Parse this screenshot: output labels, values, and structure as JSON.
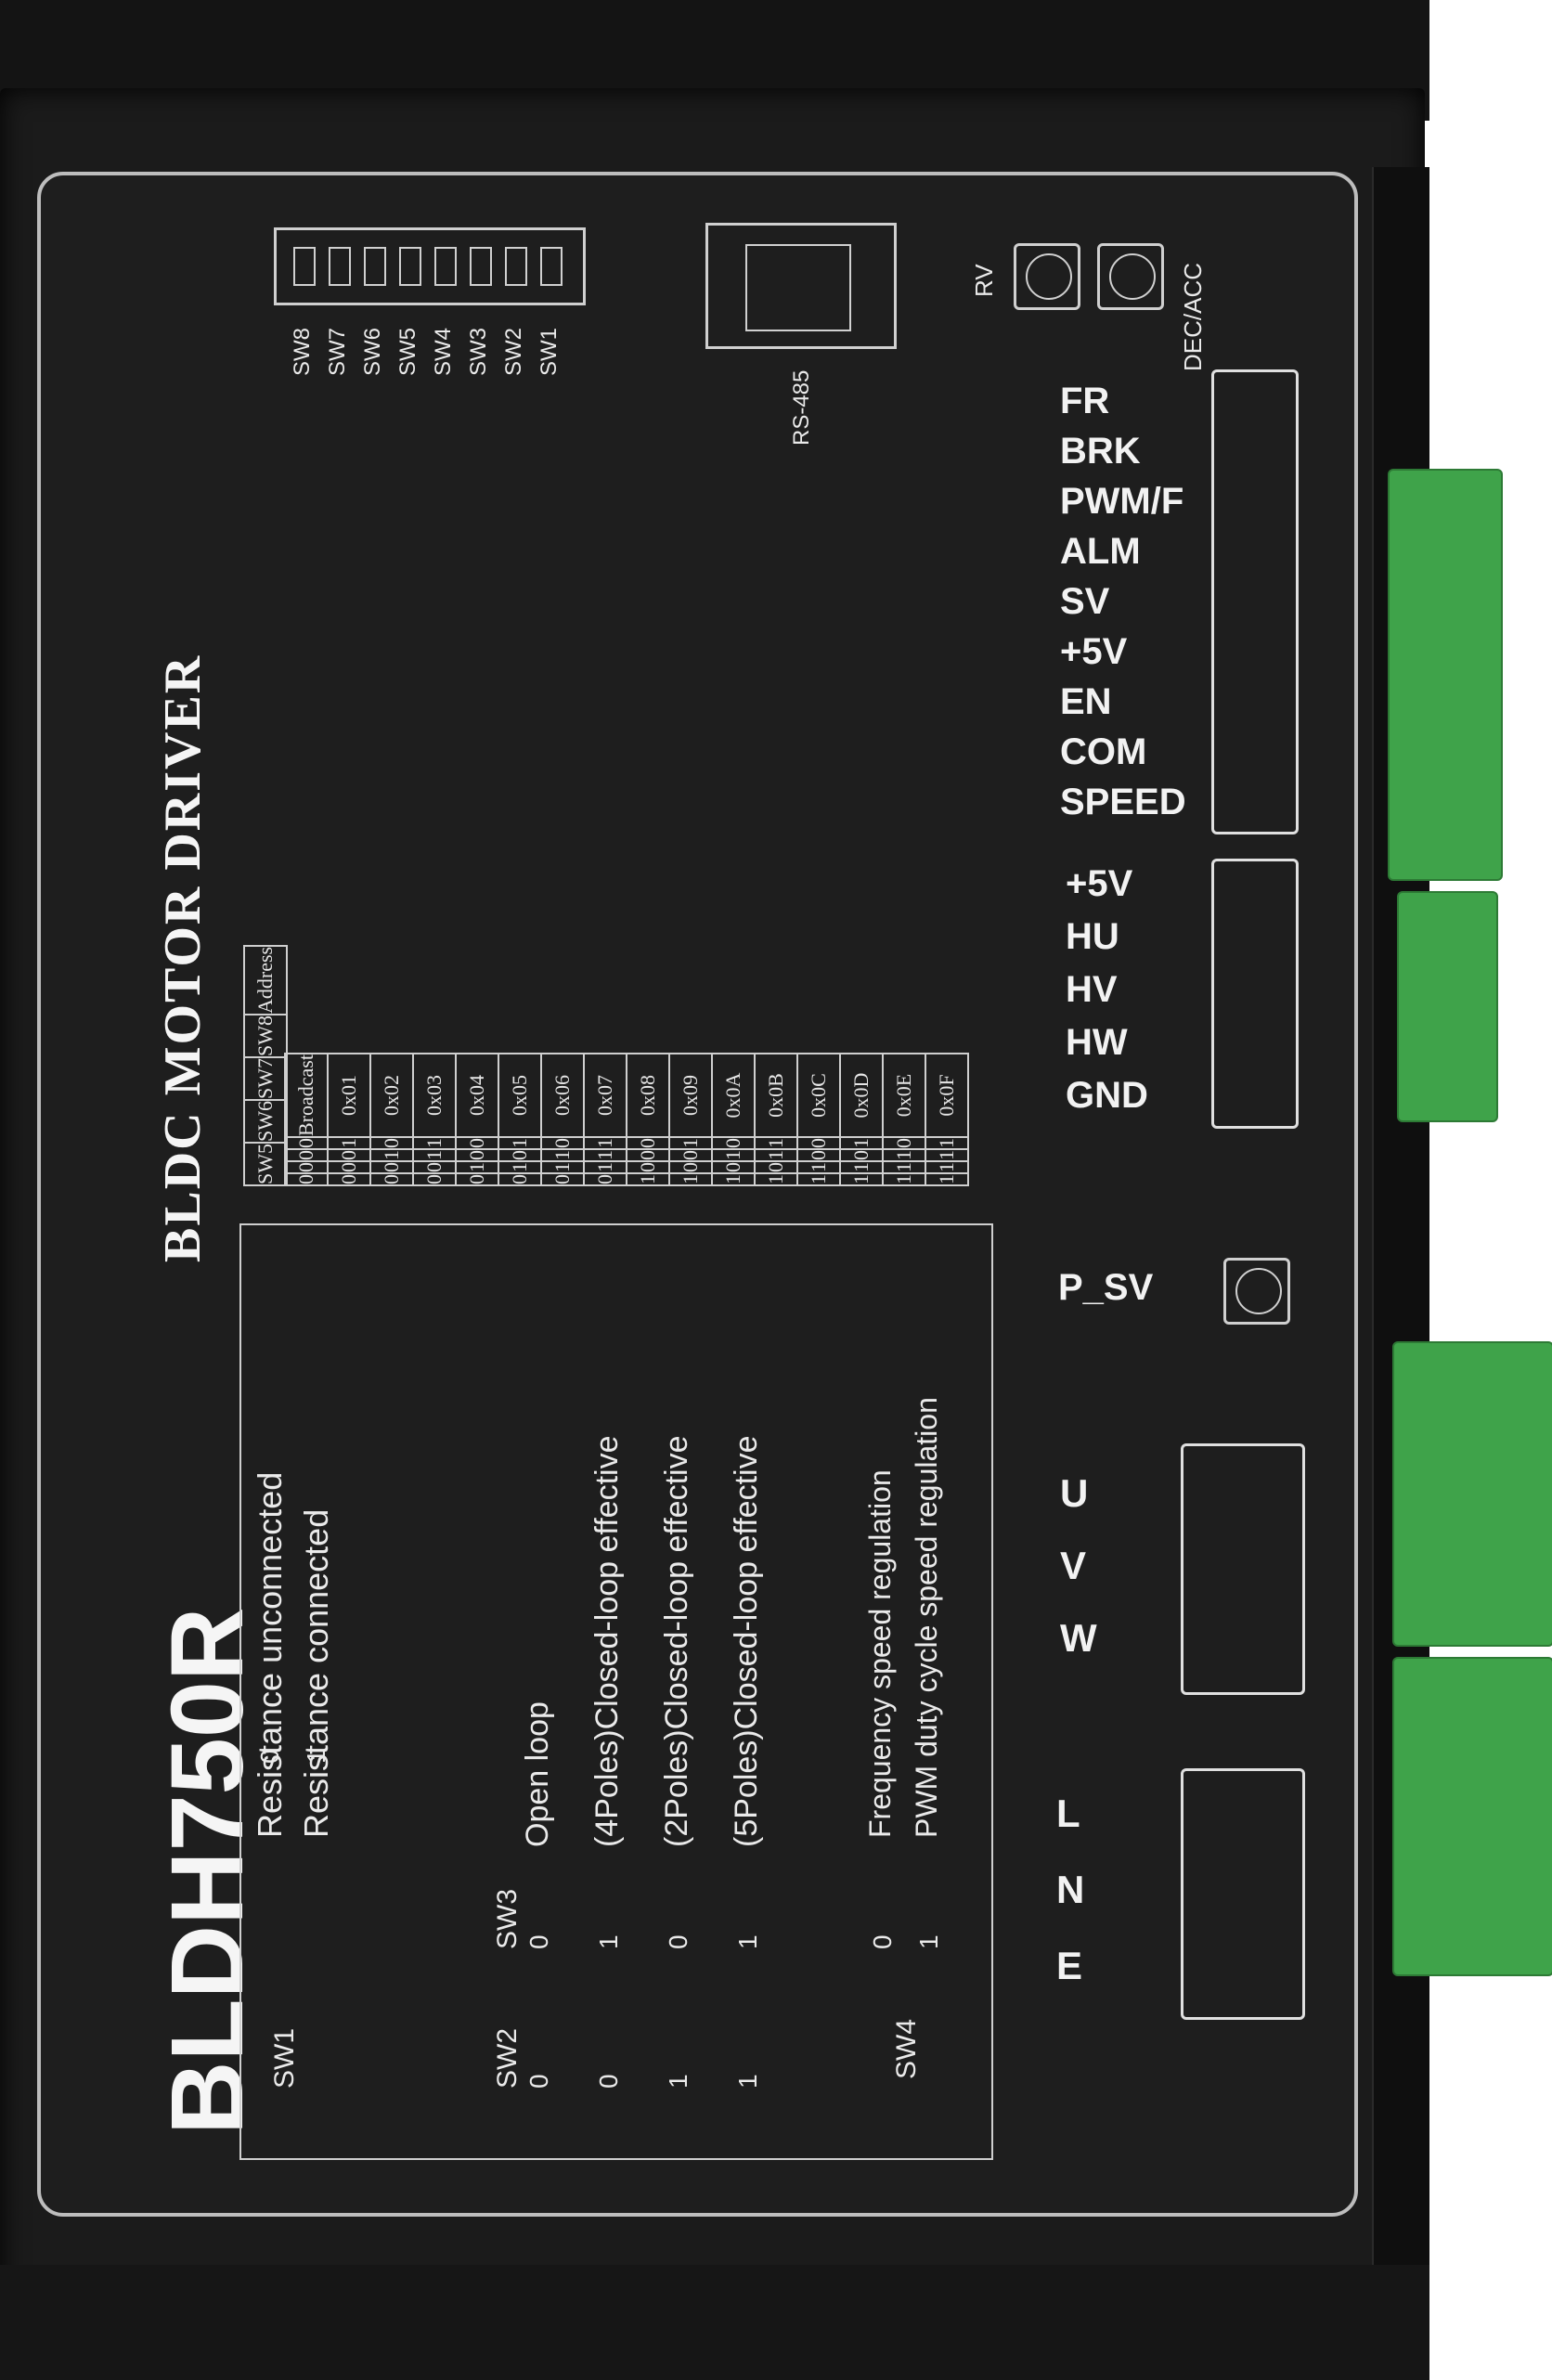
{
  "model": "BLDH750R",
  "title": "BLDC MOTOR DRIVER",
  "dip_switch_labels": [
    "SW8",
    "SW7",
    "SW6",
    "SW5",
    "SW4",
    "SW3",
    "SW2",
    "SW1"
  ],
  "rs485_label": "RS-485",
  "rv_label": "RV",
  "dec_acc_label": "DEC/ACC",
  "psv_label": "P_SV",
  "address_table": {
    "headers": [
      "SW5",
      "SW6",
      "SW7",
      "SW8",
      "Address"
    ],
    "rows": [
      [
        "0",
        "0",
        "0",
        "0",
        "Broadcast"
      ],
      [
        "0",
        "0",
        "0",
        "1",
        "0x01"
      ],
      [
        "0",
        "0",
        "1",
        "0",
        "0x02"
      ],
      [
        "0",
        "0",
        "1",
        "1",
        "0x03"
      ],
      [
        "0",
        "1",
        "0",
        "0",
        "0x04"
      ],
      [
        "0",
        "1",
        "0",
        "1",
        "0x05"
      ],
      [
        "0",
        "1",
        "1",
        "0",
        "0x06"
      ],
      [
        "0",
        "1",
        "1",
        "1",
        "0x07"
      ],
      [
        "1",
        "0",
        "0",
        "0",
        "0x08"
      ],
      [
        "1",
        "0",
        "0",
        "1",
        "0x09"
      ],
      [
        "1",
        "0",
        "1",
        "0",
        "0x0A"
      ],
      [
        "1",
        "0",
        "1",
        "1",
        "0x0B"
      ],
      [
        "1",
        "1",
        "0",
        "0",
        "0x0C"
      ],
      [
        "1",
        "1",
        "0",
        "1",
        "0x0D"
      ],
      [
        "1",
        "1",
        "1",
        "0",
        "0x0E"
      ],
      [
        "1",
        "1",
        "1",
        "1",
        "0x0F"
      ]
    ]
  },
  "function_table": {
    "sw1": {
      "label": "SW1",
      "rows": [
        [
          "0",
          "Resistance unconnected"
        ],
        [
          "1",
          "Resistance connected"
        ]
      ]
    },
    "sw23": {
      "labels": [
        "SW2",
        "SW3"
      ],
      "rows": [
        [
          "0",
          "0",
          "Open loop"
        ],
        [
          "0",
          "1",
          "(4Poles)Closed-loop effective"
        ],
        [
          "1",
          "0",
          "(2Poles)Closed-loop effective"
        ],
        [
          "1",
          "1",
          "(5Poles)Closed-loop effective"
        ]
      ]
    },
    "sw4": {
      "label": "SW4",
      "rows": [
        [
          "0",
          "Frequency speed regulation"
        ],
        [
          "1",
          "PWM duty cycle speed regulation"
        ]
      ]
    }
  },
  "control_terminals": [
    "FR",
    "BRK",
    "PWM/F",
    "ALM",
    "SV",
    "+5V",
    "EN",
    "COM",
    "SPEED"
  ],
  "hall_terminals": [
    "+5V",
    "HU",
    "HV",
    "HW",
    "GND"
  ],
  "motor_terminals": [
    "U",
    "V",
    "W"
  ],
  "power_terminals": [
    "L",
    "N",
    "E"
  ]
}
